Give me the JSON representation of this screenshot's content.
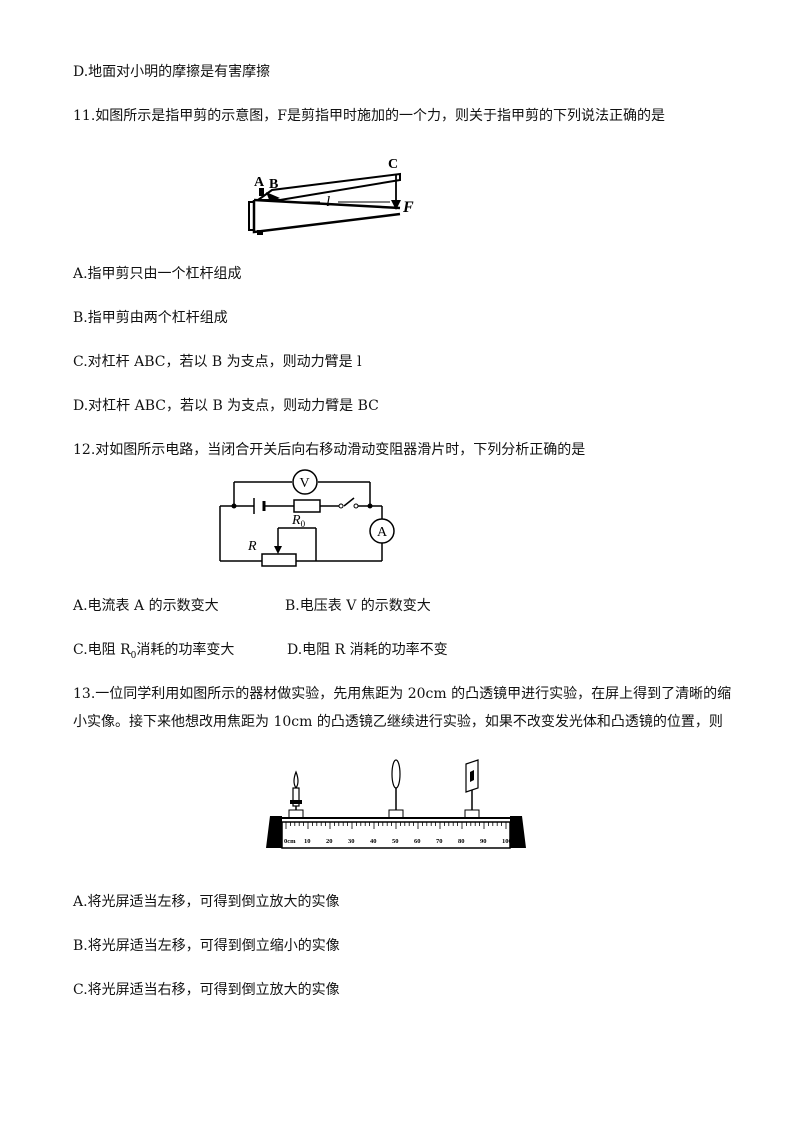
{
  "q10": {
    "option_d": "D.地面对小明的摩擦是有害摩擦"
  },
  "q11": {
    "stem": "11.如图所示是指甲剪的示意图，F是剪指甲时施加的一个力，则关于指甲剪的下列说法正确的是",
    "figure": {
      "labels": {
        "a": "A",
        "b": "B",
        "c": "C",
        "l": "l",
        "f": "F"
      }
    },
    "options": {
      "a": "A.指甲剪只由一个杠杆组成",
      "b": "B.指甲剪由两个杠杆组成",
      "c": "C.对杠杆 ABC，若以 B 为支点，则动力臂是 l",
      "d": "D.对杠杆 ABC，若以 B 为支点，则动力臂是 BC"
    }
  },
  "q12": {
    "stem": "12.对如图所示电路，当闭合开关后向右移动滑动变阻器滑片时，下列分析正确的是",
    "figure": {
      "labels": {
        "voltmeter": "V",
        "ammeter": "A",
        "r0": "R",
        "r0_sub": "0",
        "r": "R"
      }
    },
    "options": {
      "a": "A.电流表 A 的示数变大",
      "b": "B.电压表 V 的示数变大",
      "c_prefix": "C.电阻 R",
      "c_sub": "0",
      "c_suffix": "消耗的功率变大",
      "d": "D.电阻 R 消耗的功率不变"
    }
  },
  "q13": {
    "stem_line1": "13.一位同学利用如图所示的器材做实验，先用焦距为 20cm 的凸透镜甲进行实验，在屏上得到了清晰的缩",
    "stem_line2": "小实像。接下来他想改用焦距为 10cm 的凸透镜乙继续进行实验，如果不改变发光体和凸透镜的位置，则",
    "figure": {
      "ruler_labels": [
        "0cm",
        "10",
        "20",
        "30",
        "40",
        "50",
        "60",
        "70",
        "80",
        "90",
        "100"
      ]
    },
    "options": {
      "a": "A.将光屏适当左移，可得到倒立放大的实像",
      "b": "B.将光屏适当左移，可得到倒立缩小的实像",
      "c": "C.将光屏适当右移，可得到倒立放大的实像"
    }
  }
}
